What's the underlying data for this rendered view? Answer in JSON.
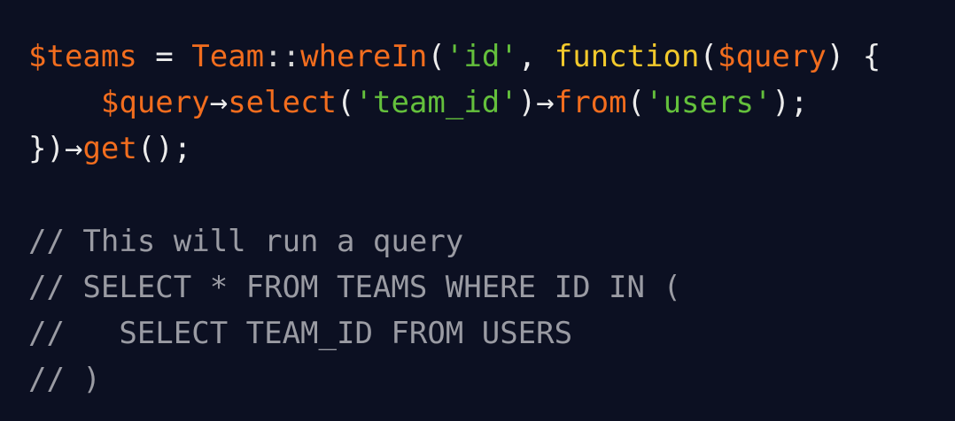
{
  "colors": {
    "background": "#0c1022",
    "plain": "#ececec",
    "variable": "#f26d1e",
    "class": "#f26d1e",
    "method": "#f26d1e",
    "string": "#64c03c",
    "keyword": "#f2c92c",
    "punctuation": "#d6d6d6",
    "comment": "#9a9ba3"
  },
  "code": {
    "lines": [
      [
        {
          "t": "$teams",
          "k": "variable"
        },
        {
          "t": " = ",
          "k": "plain"
        },
        {
          "t": "Team",
          "k": "class"
        },
        {
          "t": "::",
          "k": "punctuation"
        },
        {
          "t": "whereIn",
          "k": "method"
        },
        {
          "t": "(",
          "k": "plain"
        },
        {
          "t": "'id'",
          "k": "string"
        },
        {
          "t": ", ",
          "k": "plain"
        },
        {
          "t": "function",
          "k": "keyword"
        },
        {
          "t": "(",
          "k": "plain"
        },
        {
          "t": "$query",
          "k": "variable"
        },
        {
          "t": ") {",
          "k": "plain"
        }
      ],
      [
        {
          "t": "    ",
          "k": "plain"
        },
        {
          "t": "$query",
          "k": "variable"
        },
        {
          "t": "→",
          "k": "plain"
        },
        {
          "t": "select",
          "k": "method"
        },
        {
          "t": "(",
          "k": "plain"
        },
        {
          "t": "'team_id'",
          "k": "string"
        },
        {
          "t": ")",
          "k": "plain"
        },
        {
          "t": "→",
          "k": "plain"
        },
        {
          "t": "from",
          "k": "method"
        },
        {
          "t": "(",
          "k": "plain"
        },
        {
          "t": "'users'",
          "k": "string"
        },
        {
          "t": ");",
          "k": "plain"
        }
      ],
      [
        {
          "t": "})",
          "k": "plain"
        },
        {
          "t": "→",
          "k": "plain"
        },
        {
          "t": "get",
          "k": "method"
        },
        {
          "t": "();",
          "k": "plain"
        }
      ],
      [],
      [
        {
          "t": "// This will run a query",
          "k": "comment"
        }
      ],
      [
        {
          "t": "// SELECT * FROM TEAMS WHERE ID IN (",
          "k": "comment"
        }
      ],
      [
        {
          "t": "//   SELECT TEAM_ID FROM USERS",
          "k": "comment"
        }
      ],
      [
        {
          "t": "// )",
          "k": "comment"
        }
      ]
    ]
  }
}
